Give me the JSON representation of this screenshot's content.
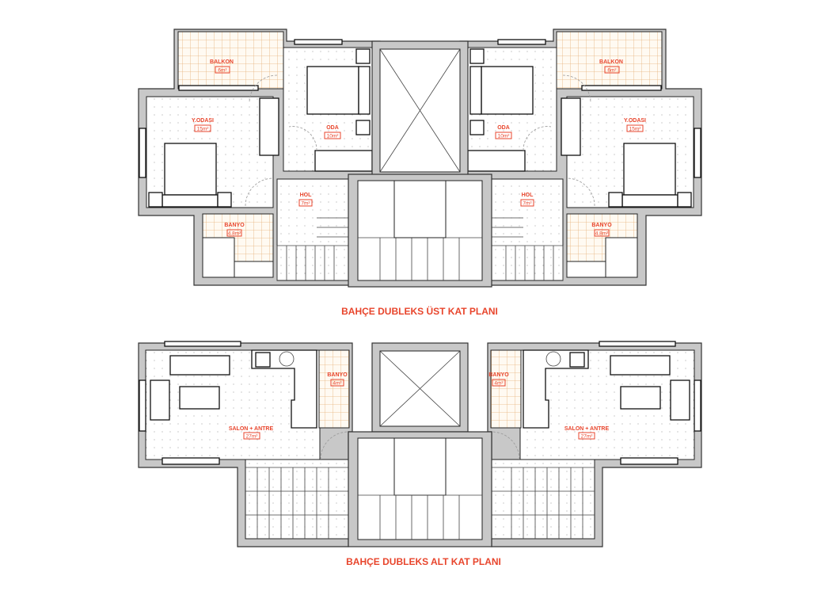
{
  "plans": {
    "upper": {
      "title": "BAHÇE DUBLEKS ÜST KAT PLANI",
      "rooms": {
        "balcony": {
          "name": "BALKON",
          "area": "6m²"
        },
        "master_bedroom": {
          "name": "Y.ODASI",
          "area": "15m²"
        },
        "bedroom": {
          "name": "ODA",
          "area": "10m²"
        },
        "hall": {
          "name": "HOL",
          "area": "7m²"
        },
        "bathroom": {
          "name": "BANYO",
          "area": "4.8m²"
        }
      }
    },
    "lower": {
      "title": "BAHÇE DUBLEKS ALT KAT PLANI",
      "rooms": {
        "living": {
          "name": "SALON + ANTRE",
          "area": "27m²"
        },
        "bathroom": {
          "name": "BANYO",
          "area": "4m²"
        }
      }
    }
  },
  "colors": {
    "label": "#e8452c",
    "wall": "#c8c8c8"
  }
}
